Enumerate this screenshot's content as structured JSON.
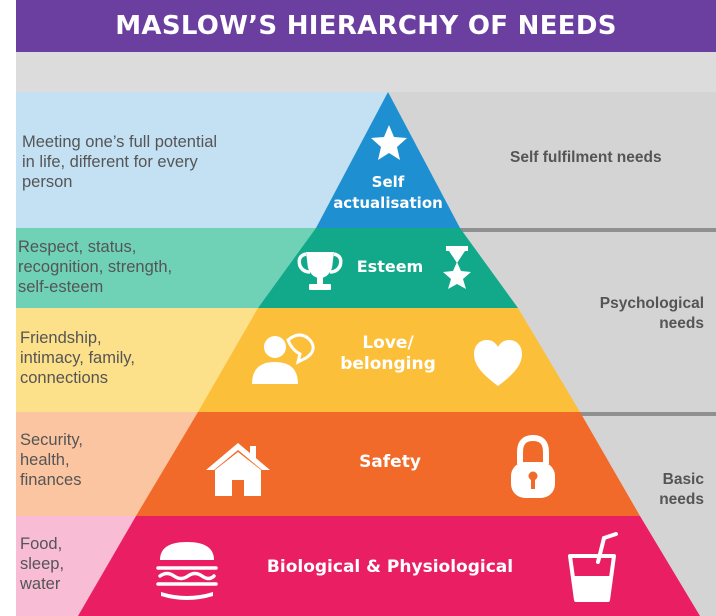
{
  "title": "MASLOW’S HIERARCHY OF NEEDS",
  "levels": [
    {
      "name": "Self actualisation",
      "line1": "Self",
      "line2": "actualisation",
      "description": [
        "Meeting one’s full potential",
        "in life, different for every",
        "person"
      ],
      "color": "#1e8fd0",
      "band_color": "#c4e1f3",
      "icon": "star-icon"
    },
    {
      "name": "Esteem",
      "line1": "Esteem",
      "description": [
        "Respect, status,",
        "recognition, strength,",
        "self-esteem"
      ],
      "color": "#12a98a",
      "band_color": "#6fd2b6",
      "icon": "trophy-icon"
    },
    {
      "name": "Love/ belonging",
      "line1": "Love/",
      "line2": "belonging",
      "description": [
        "Friendship,",
        "intimacy, family,",
        "connections"
      ],
      "color": "#fcbf3a",
      "band_color": "#fde08a",
      "icon": "heart-icon"
    },
    {
      "name": "Safety",
      "line1": "Safety",
      "description": [
        "Security,",
        "health,",
        "finances"
      ],
      "color": "#f26a2a",
      "band_color": "#fcc5a2",
      "icon": "lock-icon"
    },
    {
      "name": "Biological & Physiological",
      "line1": "Biological & Physiological",
      "description": [
        "Food,",
        "sleep,",
        "water"
      ],
      "color": "#ea1e63",
      "band_color": "#f8bcd4",
      "icon": "burger-icon"
    }
  ],
  "needs_groups": [
    {
      "line1": "Self fulfilment needs"
    },
    {
      "line1": "Psychological",
      "line2": "needs"
    },
    {
      "line1": "Basic",
      "line2": "needs"
    }
  ]
}
